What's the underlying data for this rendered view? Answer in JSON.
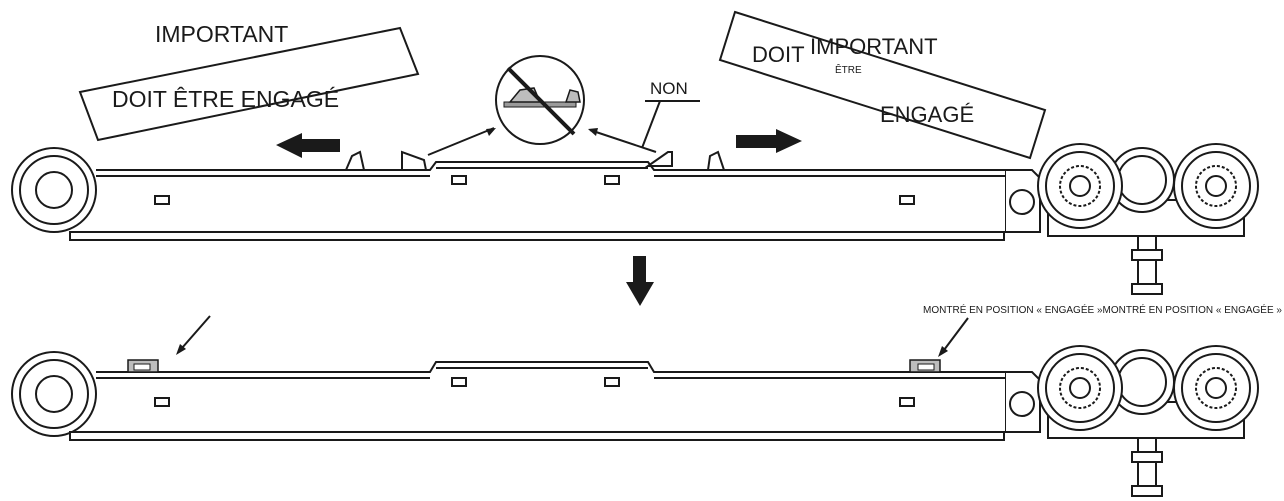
{
  "labels": {
    "left_sign_top": "IMPORTANT",
    "left_sign_bottom": "DOIT ÊTRE ENGAGÉ",
    "right_sign_doit": "DOIT",
    "right_sign_important": "IMPORTANT",
    "right_sign_etre": "ÊTRE",
    "right_sign_engage": "ENGAGÉ",
    "non_label": "NON",
    "caption_engaged": "MONTRÉ EN POSITION « ENGAGÉE »MONTRÉ EN POSITION « ENGAGÉE »"
  }
}
